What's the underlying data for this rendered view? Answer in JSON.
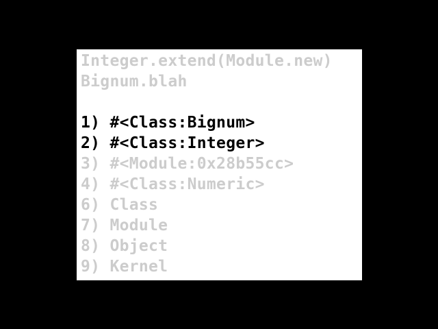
{
  "slide": {
    "code": [
      "Integer.extend(Module.new)",
      "Bignum.blah"
    ],
    "ancestors": [
      {
        "label": "1) #<Class:Bignum>",
        "highlighted": true
      },
      {
        "label": "2) #<Class:Integer>",
        "highlighted": true
      },
      {
        "label": "3) #<Module:0x28b55cc>",
        "highlighted": false
      },
      {
        "label": "4) #<Class:Numeric>",
        "highlighted": false
      },
      {
        "label": "6) Class",
        "highlighted": false
      },
      {
        "label": "7) Module",
        "highlighted": false
      },
      {
        "label": "8) Object",
        "highlighted": false
      },
      {
        "label": "9) Kernel",
        "highlighted": false
      }
    ]
  },
  "colors": {
    "background": "#000000",
    "panel": "#ffffff",
    "highlight_text": "#000000",
    "dim_text": "#cccccc"
  }
}
